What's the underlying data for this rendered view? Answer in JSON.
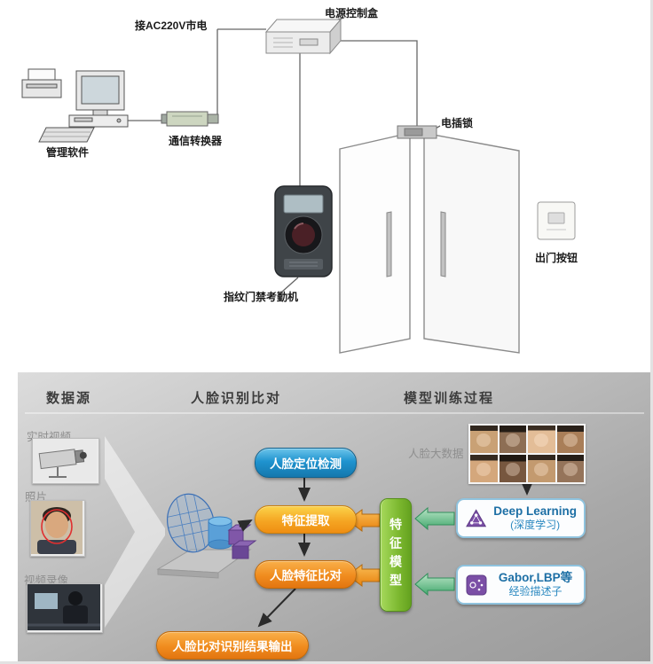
{
  "top": {
    "ac_label": "接AC220V市电",
    "power_box_label": "电源控制盒",
    "software_label": "管理软件",
    "converter_label": "通信转换器",
    "lock_label": "电插锁",
    "fingerprint_label": "指纹门禁考勤机",
    "exit_label": "出门按钮"
  },
  "panel": {
    "headers": {
      "source": "数据源",
      "recognition": "人脸识别比对",
      "training": "模型训练过程"
    },
    "sources": {
      "video": "实时视频",
      "photo": "照片",
      "record": "视频录像"
    },
    "flow": {
      "detect": "人脸定位检测",
      "extract": "特征提取",
      "compare": "人脸特征比对",
      "output": "人脸比对识别结果输出"
    },
    "training": {
      "bigdata": "人脸大数据",
      "feature_model": "特征模型",
      "dl_title": "Deep Learning",
      "dl_sub": "(深度学习)",
      "gabor_title": "Gabor,LBP等",
      "gabor_sub": "经验描述子"
    },
    "colors": {
      "blue": "#1f93cf",
      "yellow": "#f5a623",
      "orange": "#f08c1e",
      "green": "#7cb82f"
    }
  }
}
